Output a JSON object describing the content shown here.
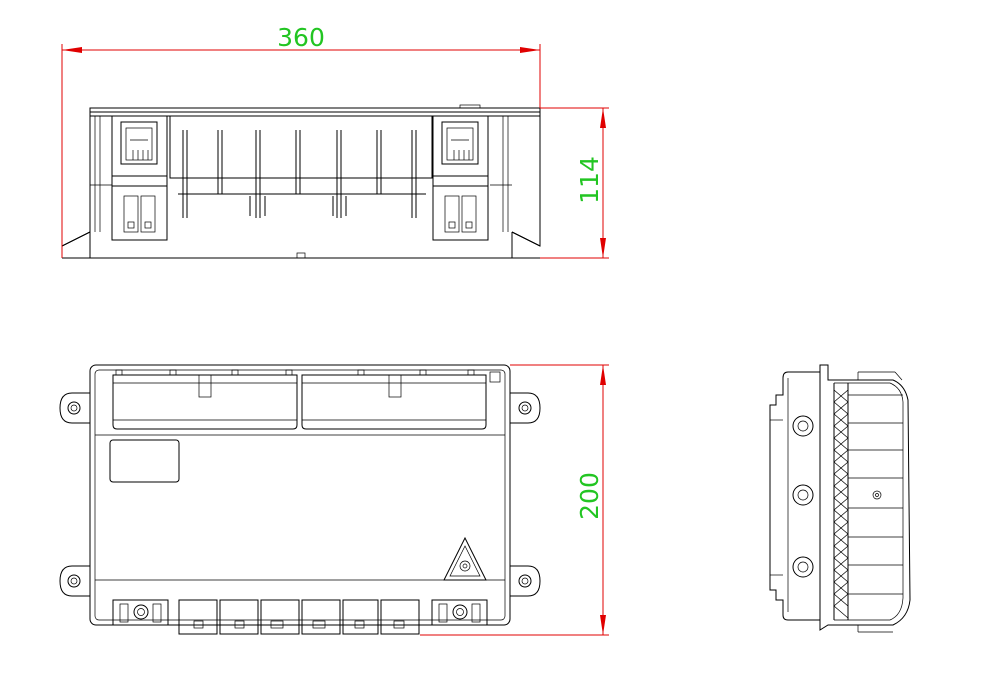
{
  "dimensions": {
    "width_label": "360",
    "height_front_label": "114",
    "height_top_label": "200"
  },
  "colors": {
    "line": "#000000",
    "dimension_line": "#e00000",
    "dimension_text": "#22c522",
    "background": "#ffffff"
  },
  "icons": {
    "warning": "warning-triangle-icon"
  }
}
